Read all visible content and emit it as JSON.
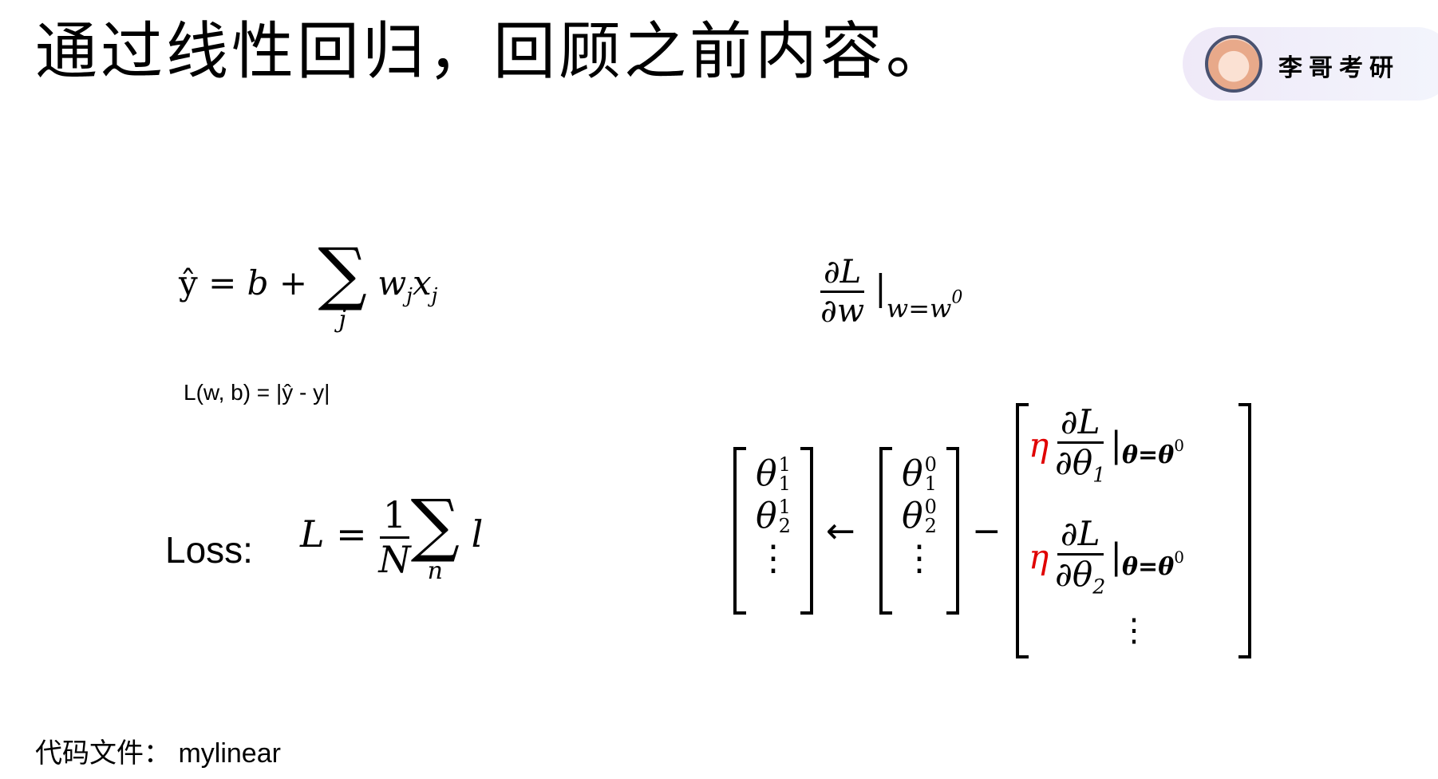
{
  "title": "通过线性回归，回顾之前内容。",
  "badge": {
    "name": "李哥考研"
  },
  "formulas": {
    "model": {
      "lhs": "ŷ",
      "eq": "= b +",
      "sum_sub": "j",
      "term": "w",
      "term_sub": "j",
      "term2": "x",
      "term2_sub": "j"
    },
    "loss_single": "L(w,  b) = |ŷ - y|",
    "loss_label": "Loss:",
    "loss": {
      "lhs": "L =",
      "num": "1",
      "den": "N",
      "sum_sub": "n",
      "term": "l"
    },
    "gradient": {
      "num": "∂L",
      "den": "∂w",
      "eval": "w=w",
      "eval_sup": "0"
    },
    "update": {
      "new": [
        "θ",
        "θ",
        "⋮"
      ],
      "new_subs": [
        "1",
        "2"
      ],
      "new_sup": "1",
      "arrow": "←",
      "old_sup": "0",
      "minus": "−",
      "eta": "η",
      "grad_num": "∂L",
      "grad_den_subs": [
        "1",
        "2"
      ],
      "grad_den": "∂θ",
      "eval": "θ=θ",
      "eval_sup": "0",
      "vdots": "⋮"
    }
  },
  "footer": {
    "label": "代码文件：",
    "value": "mylinear"
  },
  "colors": {
    "eta": "#e00000"
  }
}
